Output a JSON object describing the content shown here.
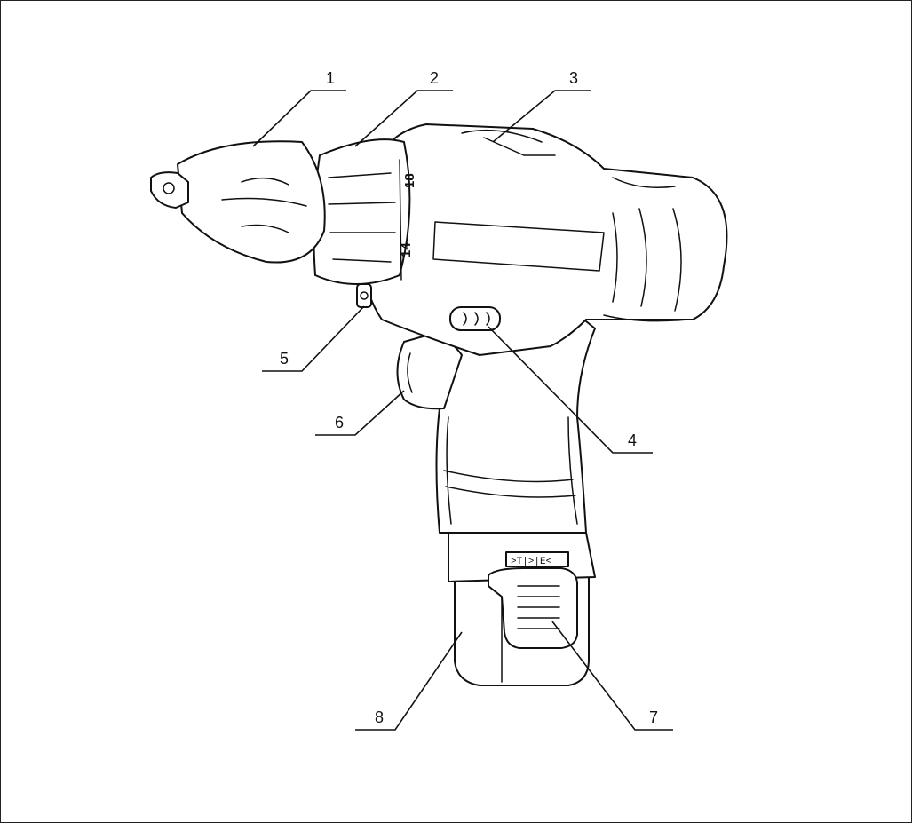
{
  "diagram": {
    "callouts": [
      {
        "id": "1",
        "label": "1"
      },
      {
        "id": "2",
        "label": "2"
      },
      {
        "id": "3",
        "label": "3"
      },
      {
        "id": "4",
        "label": "4"
      },
      {
        "id": "5",
        "label": "5"
      },
      {
        "id": "6",
        "label": "6"
      },
      {
        "id": "7",
        "label": "7"
      },
      {
        "id": "8",
        "label": "8"
      }
    ],
    "torque_marks": [
      "18",
      "14"
    ],
    "switch_glyphs": ">T|>|E<"
  }
}
